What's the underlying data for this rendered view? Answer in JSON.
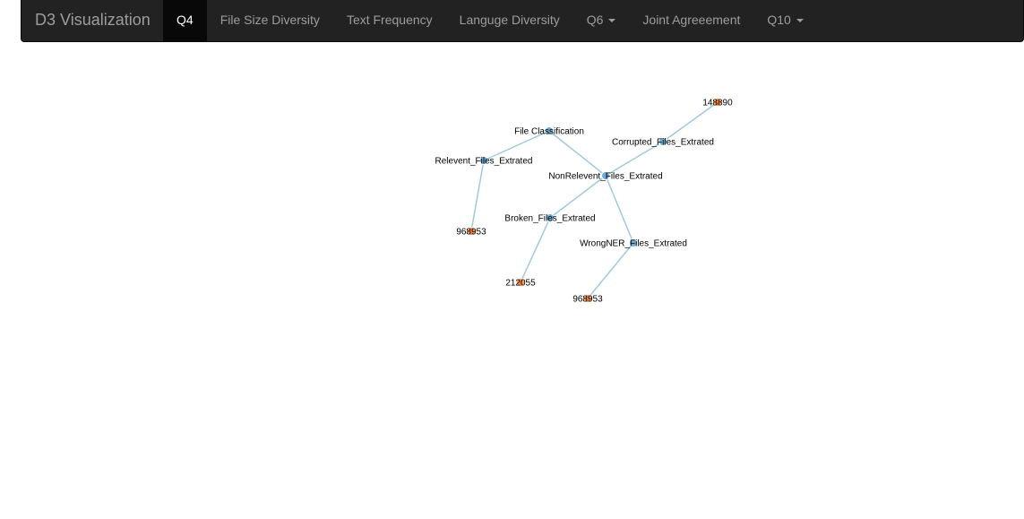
{
  "navbar": {
    "brand": "D3 Visualization",
    "items": [
      {
        "label": "Q4",
        "active": true,
        "dropdown": false
      },
      {
        "label": "File Size Diversity",
        "active": false,
        "dropdown": false
      },
      {
        "label": "Text Frequency",
        "active": false,
        "dropdown": false
      },
      {
        "label": "Languge Diversity",
        "active": false,
        "dropdown": false
      },
      {
        "label": "Q6",
        "active": false,
        "dropdown": true
      },
      {
        "label": "Joint Agreeement",
        "active": false,
        "dropdown": false
      },
      {
        "label": "Q10",
        "active": false,
        "dropdown": true
      }
    ]
  },
  "colors": {
    "navbar_bg": "#222222",
    "active_bg": "#080808",
    "link": "#9d9d9d",
    "link_active": "#ffffff",
    "category_node": "#6baed6",
    "count_node": "#fd8d3c",
    "edge": "#9ecae1"
  },
  "graph": {
    "nodes": [
      {
        "id": "root",
        "label": "File Classification",
        "kind": "category"
      },
      {
        "id": "relevent",
        "label": "Relevent_Files_Extrated",
        "kind": "category"
      },
      {
        "id": "nonrelevent",
        "label": "NonRelevent_Files_Extrated",
        "kind": "category"
      },
      {
        "id": "corrupted",
        "label": "Corrupted_Files_Extrated",
        "kind": "category"
      },
      {
        "id": "broken",
        "label": "Broken_Files_Extrated",
        "kind": "category"
      },
      {
        "id": "wrongner",
        "label": "WrongNER_Files_Extrated",
        "kind": "category"
      },
      {
        "id": "c_corrupted",
        "label": "148890",
        "kind": "count"
      },
      {
        "id": "c_relevent",
        "label": "968953",
        "kind": "count"
      },
      {
        "id": "c_broken",
        "label": "212055",
        "kind": "count"
      },
      {
        "id": "c_wrongner",
        "label": "968953",
        "kind": "count"
      }
    ],
    "links": [
      {
        "source": "root",
        "target": "relevent"
      },
      {
        "source": "root",
        "target": "nonrelevent"
      },
      {
        "source": "nonrelevent",
        "target": "corrupted"
      },
      {
        "source": "nonrelevent",
        "target": "broken"
      },
      {
        "source": "nonrelevent",
        "target": "wrongner"
      },
      {
        "source": "corrupted",
        "target": "c_corrupted"
      },
      {
        "source": "relevent",
        "target": "c_relevent"
      },
      {
        "source": "broken",
        "target": "c_broken"
      },
      {
        "source": "wrongner",
        "target": "c_wrongner"
      }
    ]
  }
}
